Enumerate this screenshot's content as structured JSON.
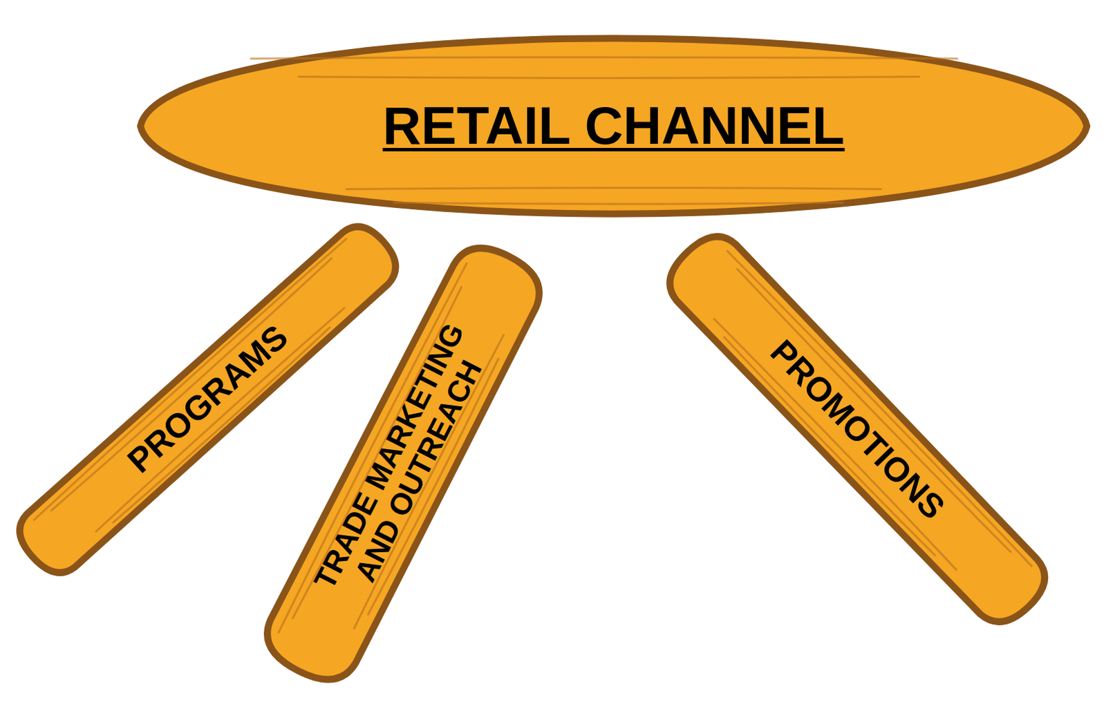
{
  "diagram": {
    "nodes": [
      {
        "text": [
          "RETAIL CHANNEL"
        ]
      },
      {
        "text": [
          "PROGRAMS"
        ]
      },
      {
        "text": [
          "TRADE MARKETING AND OUTREACH"
        ]
      },
      {
        "text": [
          "PROMOTIONS"
        ]
      }
    ]
  }
}
